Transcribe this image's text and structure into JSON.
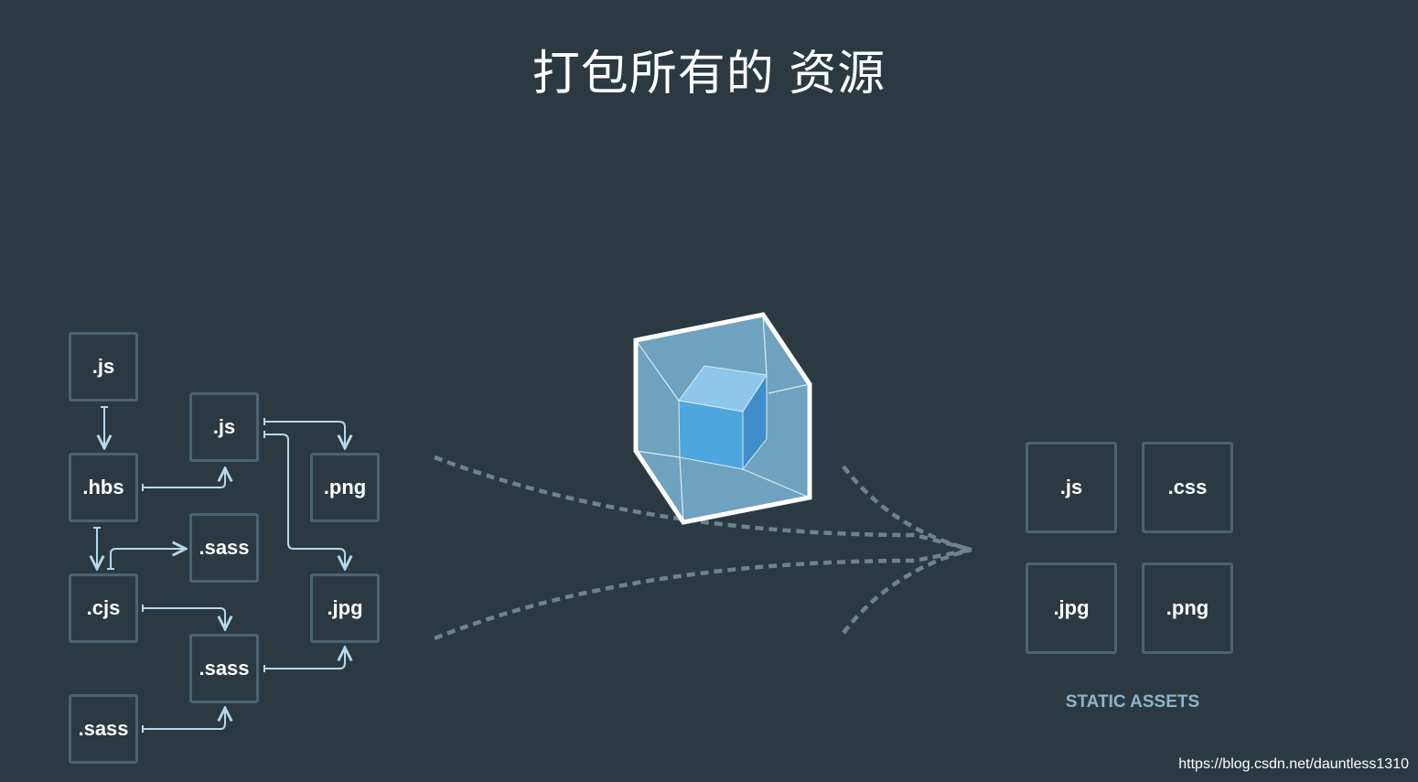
{
  "title": "打包所有的 资源",
  "source_files": [
    ".js",
    ".js",
    ".hbs",
    ".png",
    ".sass",
    ".cjs",
    ".jpg",
    ".sass",
    ".sass"
  ],
  "static_assets": [
    ".js",
    ".css",
    ".jpg",
    ".png"
  ],
  "static_assets_caption": "STATIC ASSETS",
  "watermark": "https://blog.csdn.net/dauntless1310",
  "colors": {
    "background": "#2b3a42",
    "box_border": "#4b6373",
    "arrow": "#b6d7ec",
    "cube_face": "#8ed6fb",
    "cube_inner": "#1c78c0",
    "caption": "#8fb4cc"
  }
}
